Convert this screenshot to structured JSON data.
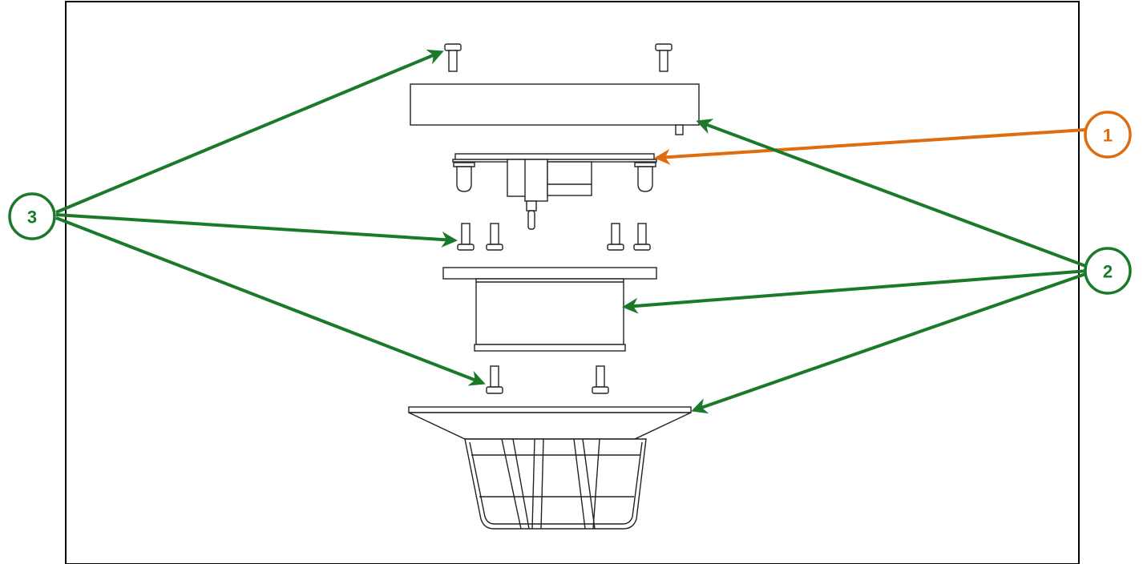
{
  "colors": {
    "callout_orange": "#e06c10",
    "callout_green": "#1a7a2a",
    "line_art": "#222222",
    "frame": "#000000"
  },
  "callouts": [
    {
      "id": "callout-1",
      "label": "1",
      "color": "#e06c10"
    },
    {
      "id": "callout-2",
      "label": "2",
      "color": "#1a7a2a"
    },
    {
      "id": "callout-3",
      "label": "3",
      "color": "#1a7a2a"
    }
  ],
  "parts": [
    "top-screws",
    "top-cover",
    "circuit-board",
    "middle-screws",
    "middle-housing",
    "lower-screws",
    "base-cage"
  ]
}
